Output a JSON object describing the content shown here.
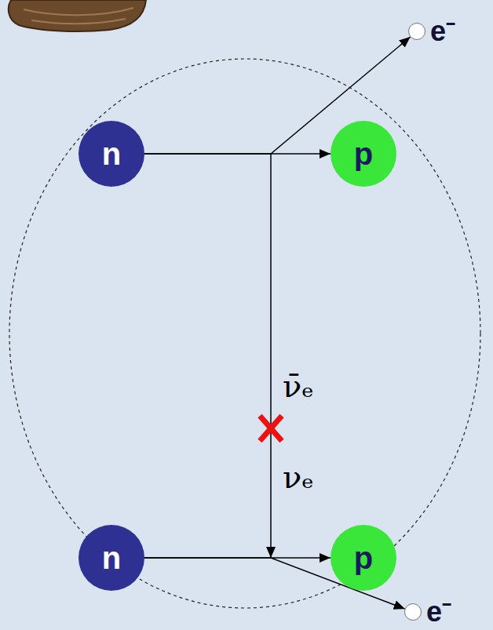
{
  "diagram": {
    "nodes": [
      {
        "text": [
          "e⁻"
        ]
      },
      {
        "text": [
          "n"
        ]
      },
      {
        "text": [
          "p"
        ]
      },
      {
        "text": [
          "n"
        ]
      },
      {
        "text": [
          "p"
        ]
      },
      {
        "text": [
          "e⁻"
        ]
      }
    ],
    "edges": [
      {
        "from": 1,
        "to": 2,
        "arrow": "to"
      },
      {
        "from": 1,
        "to": 0,
        "arrow": "to"
      },
      {
        "from": 3,
        "to": 4,
        "arrow": "to"
      },
      {
        "from": 3,
        "to": 5,
        "arrow": "to"
      }
    ],
    "labels": [
      "ν̄ₑ",
      "νₑ"
    ]
  }
}
